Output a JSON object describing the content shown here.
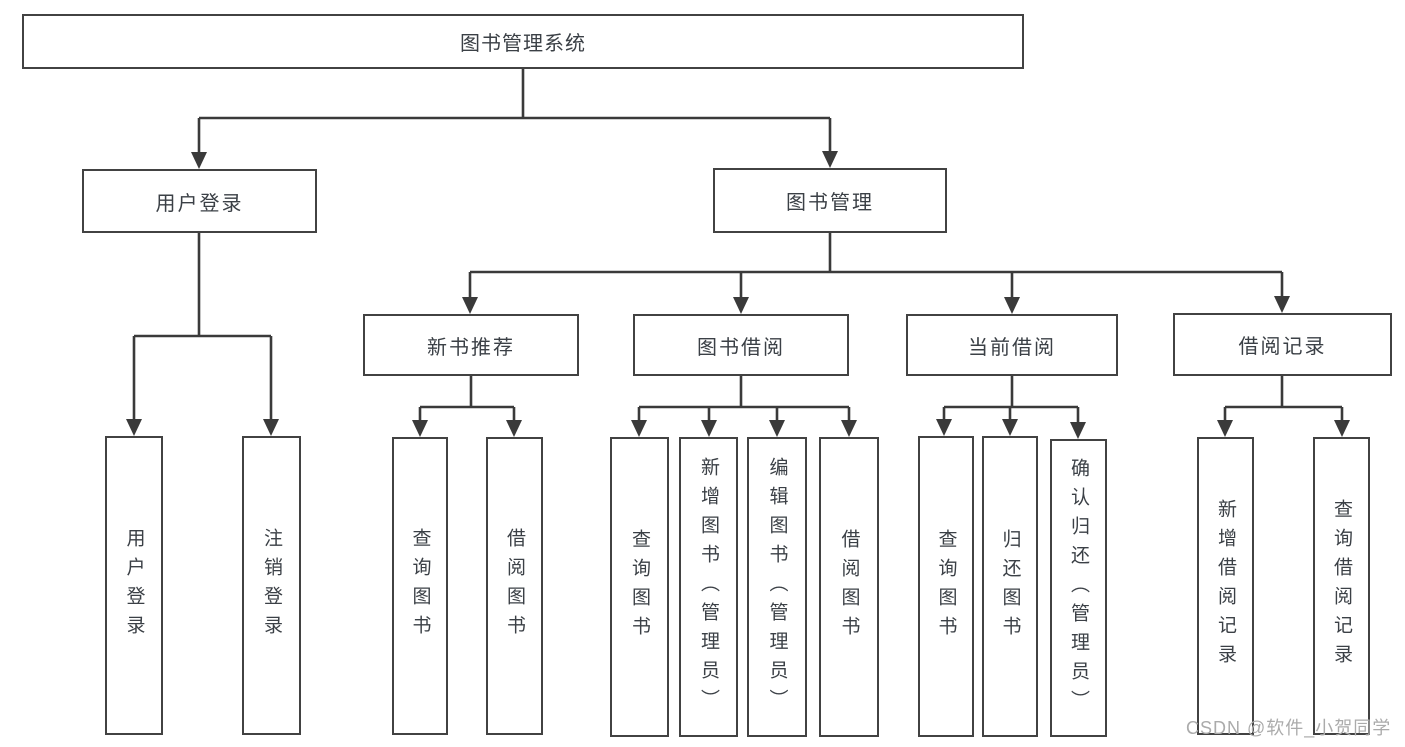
{
  "diagram": {
    "root": {
      "label": "图书管理系统"
    },
    "branches": [
      {
        "label": "用户登录",
        "children": [
          {
            "label": "用户登录"
          },
          {
            "label": "注销登录"
          }
        ]
      },
      {
        "label": "图书管理",
        "children": [
          {
            "label": "新书推荐",
            "children": [
              {
                "label": "查询图书"
              },
              {
                "label": "借阅图书"
              }
            ]
          },
          {
            "label": "图书借阅",
            "children": [
              {
                "label": "查询图书"
              },
              {
                "label": "新增图书（管理员）"
              },
              {
                "label": "编辑图书（管理员）"
              },
              {
                "label": "借阅图书"
              }
            ]
          },
          {
            "label": "当前借阅",
            "children": [
              {
                "label": "查询图书"
              },
              {
                "label": "归还图书"
              },
              {
                "label": "确认归还（管理员）"
              }
            ]
          },
          {
            "label": "借阅记录",
            "children": [
              {
                "label": "新增借阅记录"
              },
              {
                "label": "查询借阅记录"
              }
            ]
          }
        ]
      }
    ]
  },
  "watermark": {
    "text": "CSDN @软件_小贺同学"
  },
  "colors": {
    "background": "#ffffff",
    "line": "#3a3a3a",
    "border": "#424242",
    "text": "#3b4046",
    "watermark": "#ababab"
  }
}
